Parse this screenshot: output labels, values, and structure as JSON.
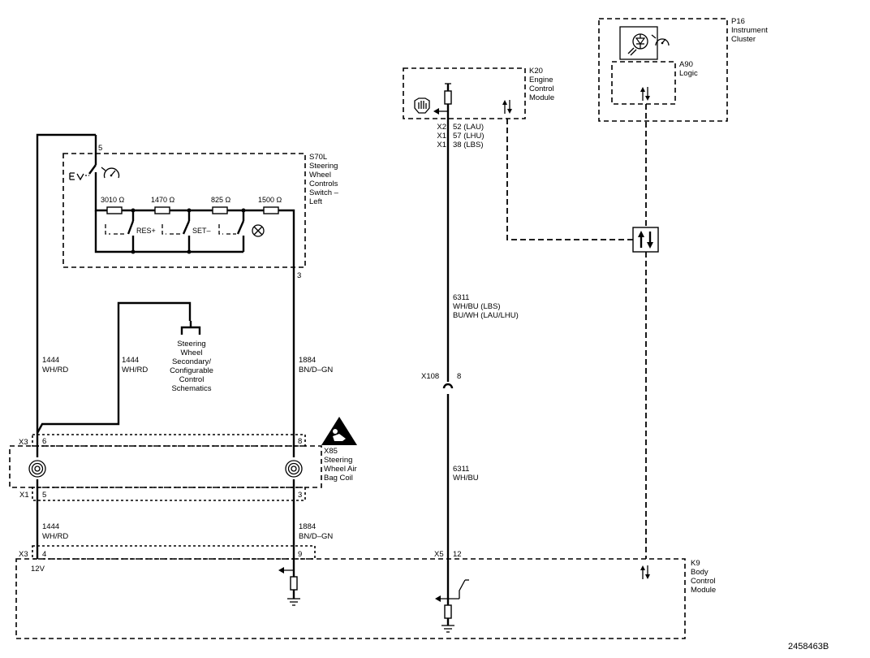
{
  "components": {
    "s70l": {
      "lines": [
        "S70L",
        "Steering",
        "Wheel",
        "Controls",
        "Switch –",
        "Left"
      ],
      "pin_top": "5",
      "pin_bottom": "3"
    },
    "k20": {
      "lines": [
        "K20",
        "Engine",
        "Control",
        "Module"
      ]
    },
    "p16": {
      "lines": [
        "P16",
        "Instrument",
        "Cluster"
      ]
    },
    "a90": {
      "lines": [
        "A90",
        "Logic"
      ]
    },
    "x85": {
      "lines": [
        "X85",
        "Steering",
        "Wheel Air",
        "Bag Coil"
      ]
    },
    "k9": {
      "lines": [
        "K9",
        "Body",
        "Control",
        "Module"
      ]
    }
  },
  "resistors": [
    "3010 Ω",
    "1470 Ω",
    "825 Ω",
    "1500 Ω"
  ],
  "switch_labels": {
    "res": "RES+",
    "set": "SET–"
  },
  "reference": {
    "lines": [
      "Steering",
      "Wheel",
      "Secondary/",
      "Configurable",
      "Control",
      "Schematics"
    ]
  },
  "wires": {
    "left_a": {
      "circuit": "1444",
      "color": "WH/RD"
    },
    "left_b": {
      "circuit": "1444",
      "color": "WH/RD"
    },
    "right": {
      "circuit": "1884",
      "color": "BN/D–GN"
    },
    "left_low": {
      "circuit": "1444",
      "color": "WH/RD"
    },
    "right_low": {
      "circuit": "1884",
      "color": "BN/D–GN"
    },
    "lin_upper": {
      "circuit": "6311",
      "colors": [
        "WH/BU (LBS)",
        "BU/WH (LAU/LHU)"
      ]
    },
    "lin_lower": {
      "circuit": "6311",
      "color": "WH/BU"
    }
  },
  "k20_pins": [
    {
      "connector": "X2",
      "pin": "52 (LAU)"
    },
    {
      "connector": "X1",
      "pin": "57 (LHU)"
    },
    {
      "connector": "X1",
      "pin": "38 (LBS)"
    }
  ],
  "connectors": {
    "x3_top": {
      "name": "X3",
      "pin_left": "6",
      "pin_right": "8"
    },
    "x1": {
      "name": "X1",
      "pin_left": "5",
      "pin_right": "3"
    },
    "x3_bottom": {
      "name": "X3",
      "pin_left": "4",
      "pin_right": "9"
    },
    "x108": {
      "name": "X108",
      "pin": "8"
    },
    "x5": {
      "name": "X5",
      "pin": "12"
    }
  },
  "voltage": "12V",
  "diagram_id": "2458463B"
}
